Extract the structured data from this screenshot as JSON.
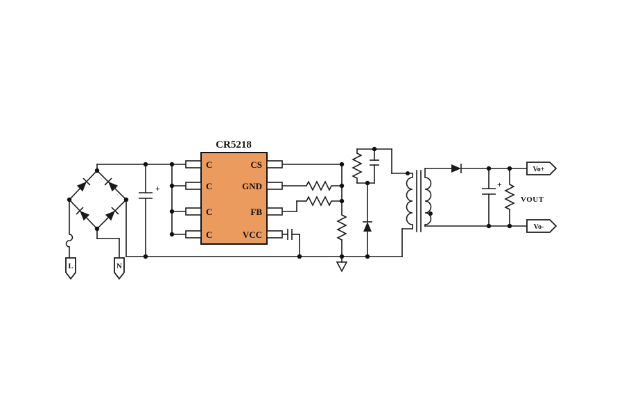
{
  "ic": {
    "title": "CR5218",
    "pins": {
      "left": [
        "C",
        "C",
        "C",
        "C"
      ],
      "right": [
        "CS",
        "GND",
        "FB",
        "VCC"
      ]
    }
  },
  "terminals": {
    "line": "L",
    "neutral": "N",
    "vo_plus": "Vo+",
    "vo_minus": "Vo-"
  },
  "labels": {
    "vout": "VOUT",
    "plus": "+"
  },
  "colors": {
    "ic_fill": "#EC9B5E",
    "wire": "#1a1a1a"
  }
}
